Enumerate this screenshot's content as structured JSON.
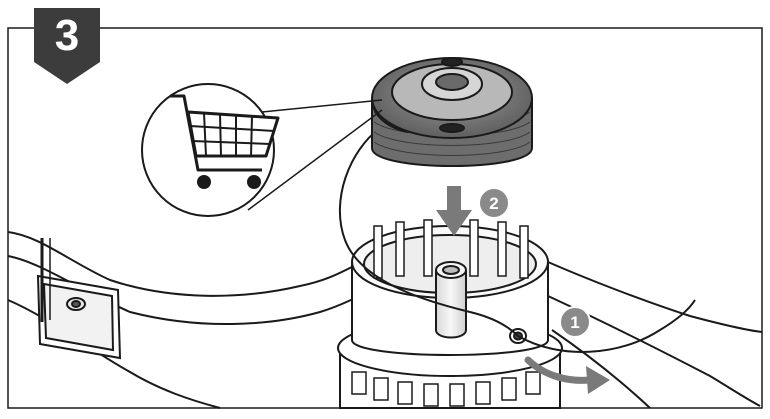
{
  "step": {
    "number": "3"
  },
  "callouts": [
    {
      "number": "1",
      "action": "remove-spool"
    },
    {
      "number": "2",
      "action": "insert-new-spool"
    }
  ],
  "icons": {
    "cart": "shopping-cart-icon",
    "spool": "replacement-spool"
  },
  "colors": {
    "badge": "#3c3c3c",
    "callout": "#8a8a8a",
    "arrow": "#7a7a7a",
    "outline": "#1a1a1a"
  }
}
